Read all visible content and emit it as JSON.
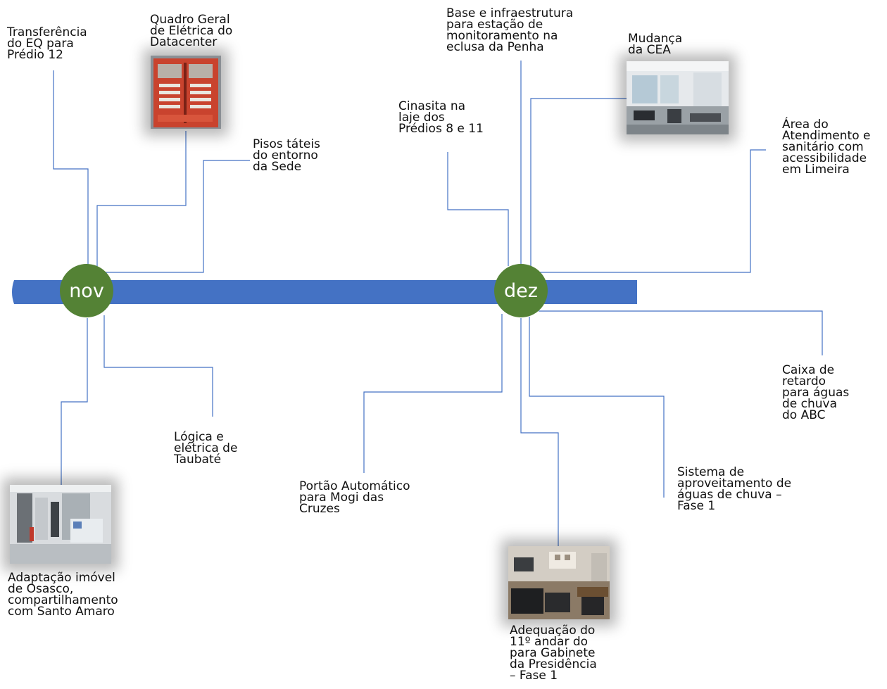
{
  "months": {
    "nov": "nov",
    "dez": "dez"
  },
  "colors": {
    "bar": "#4472C4",
    "connector": "#4472C4",
    "month_circle": "#548235"
  },
  "events": {
    "transferencia": "Transferência\ndo EQ para\nPrédio 12",
    "quadro": "Quadro Geral\nde Elétrica do\nDatacenter",
    "pisos": "Pisos táteis\ndo entorno\nda Sede",
    "logica": "Lógica e\nelétrica de\nTaubaté",
    "osasco": "Adaptação imóvel\nde Osasco,\ncompartilhamento\ncom Santo Amaro",
    "base": "Base e infraestrutura\npara estação de\nmonitoramento na\neclusa da Penha",
    "cinasita": "Cinasita na\nlaje dos\nPrédios 8 e 11",
    "mudanca": "Mudança\nda CEA",
    "limeira": "Área do\nAtendimento e\nsanitário com\nacessibilidade\nem Limeira",
    "portao": "Portão Automático\npara Mogi das\nCruzes",
    "caixa": "Caixa de\nretardo\npara águas\nde chuva\ndo ABC",
    "sistema": "Sistema de\naproveitamento de\náguas de chuva –\nFase 1",
    "gabinete": "Adequação do\n11º andar do\npara Gabinete\nda Presidência\n– Fase 1"
  },
  "photos": [
    "electrical-panel-photo",
    "office-cea-photo",
    "osasco-corridor-photo",
    "gabinete-room-photo"
  ]
}
